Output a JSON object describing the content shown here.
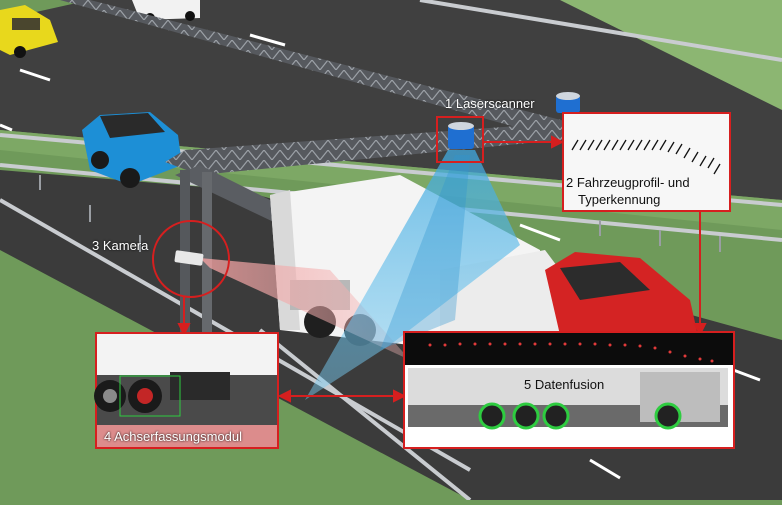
{
  "labels": {
    "laserscanner": "1 Laserscanner",
    "fahrzeugprofil_line1": "2 Fahrzeugprofil- und",
    "fahrzeugprofil_line2": "Typerkennung",
    "kamera": "3 Kamera",
    "achserfassung": "4 Achserfassungsmodul",
    "datenfusion": "5 Datenfusion"
  },
  "colors": {
    "grass": "#6f9a5a",
    "road": "#3b3b3b",
    "highlight_red": "#d61f1f",
    "laser_beam": "#4fb6e6",
    "camera_cone": "#e88a8a",
    "wheel_marker": "#2ecc40",
    "car_blue": "#1d8fd6",
    "car_red": "#d42323",
    "car_yellow": "#e8d81c"
  },
  "icons": {
    "scanner": "laser-scanner-icon",
    "camera": "camera-icon"
  }
}
